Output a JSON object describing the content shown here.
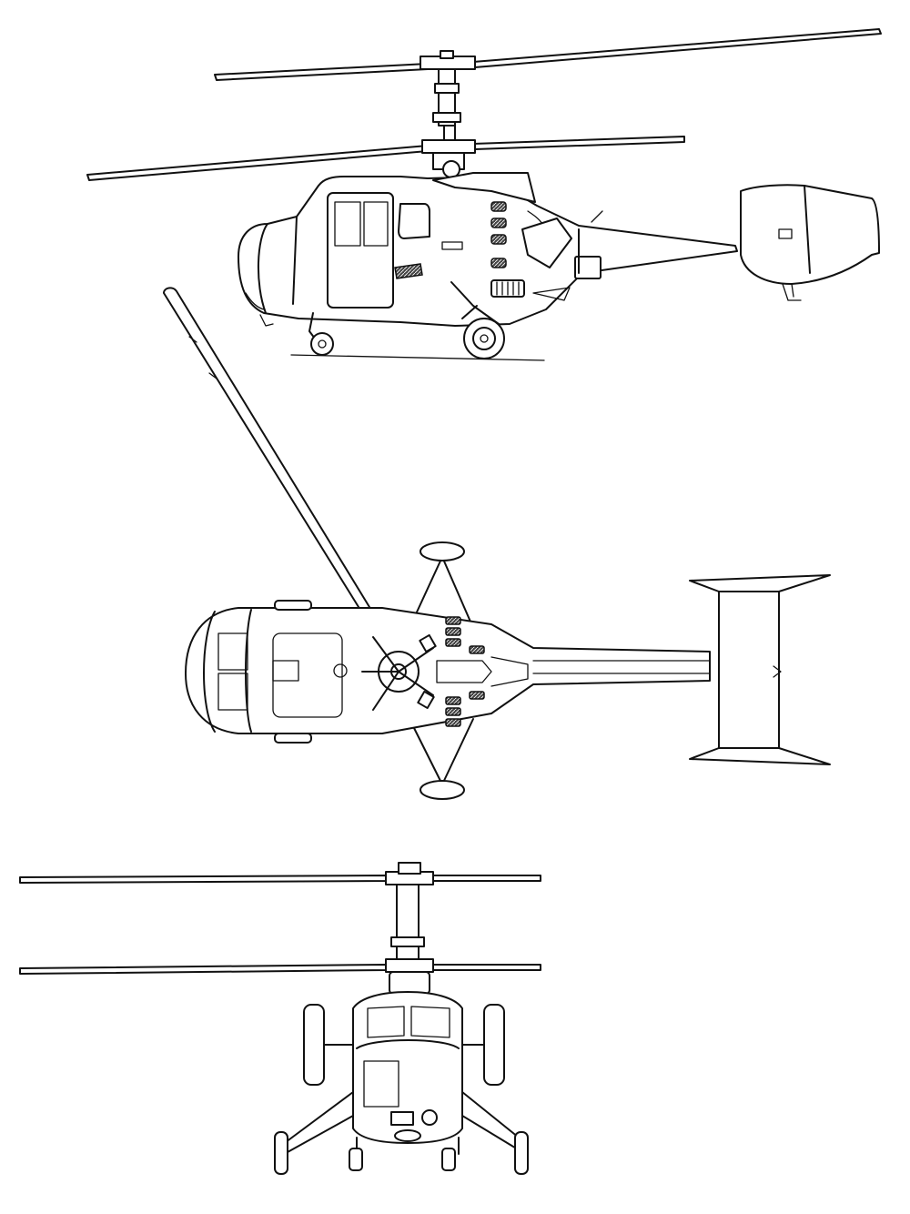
{
  "drawing": {
    "views": [
      {
        "id": "side-view",
        "label": ""
      },
      {
        "id": "top-view",
        "label": ""
      },
      {
        "id": "front-view",
        "label": ""
      }
    ],
    "line_color": "#111111",
    "background": "#ffffff"
  }
}
